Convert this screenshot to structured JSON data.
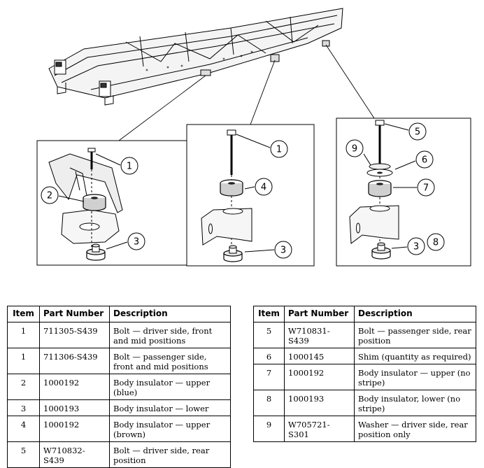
{
  "diagram": {
    "callouts": {
      "a1": "1",
      "a2": "2",
      "a3": "3",
      "b1": "1",
      "b4": "4",
      "b3": "3",
      "c5": "5",
      "c9": "9",
      "c6": "6",
      "c7": "7",
      "c3": "3",
      "c8": "8"
    }
  },
  "table_left": {
    "headers": {
      "item": "Item",
      "part": "Part Number",
      "desc": "Description"
    },
    "rows": [
      {
        "item": "1",
        "part": "711305-S439",
        "desc": "Bolt — driver side, front and mid positions"
      },
      {
        "item": "1",
        "part": "711306-S439",
        "desc": "Bolt — passenger side, front and mid positions"
      },
      {
        "item": "2",
        "part": "1000192",
        "desc": "Body insulator — upper (blue)"
      },
      {
        "item": "3",
        "part": "1000193",
        "desc": "Body insulator — lower"
      },
      {
        "item": "4",
        "part": "1000192",
        "desc": "Body insulator — upper (brown)"
      },
      {
        "item": "5",
        "part": "W710832-S439",
        "desc": "Bolt — driver side, rear position"
      }
    ]
  },
  "table_right": {
    "headers": {
      "item": "Item",
      "part": "Part Number",
      "desc": "Description"
    },
    "rows": [
      {
        "item": "5",
        "part": "W710831-S439",
        "desc": "Bolt — passenger side, rear position"
      },
      {
        "item": "6",
        "part": "1000145",
        "desc": "Shim (quantity as required)"
      },
      {
        "item": "7",
        "part": "1000192",
        "desc": "Body insulator — upper (no stripe)"
      },
      {
        "item": "8",
        "part": "1000193",
        "desc": "Body insulator, lower (no stripe)"
      },
      {
        "item": "9",
        "part": "W705721-S301",
        "desc": "Washer — driver side, rear position only"
      }
    ]
  }
}
